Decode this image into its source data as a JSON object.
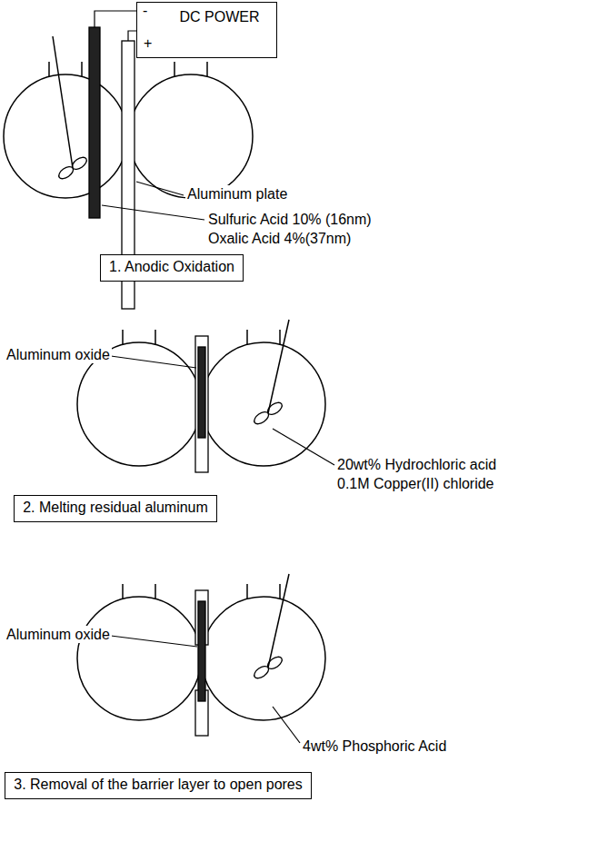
{
  "diagram": {
    "nodes": [
      {
        "text": [
          "DC POWER"
        ]
      },
      {
        "text": [
          "1. Anodic Oxidation"
        ]
      },
      {
        "text": [
          "2. Melting residual aluminum"
        ]
      },
      {
        "text": [
          "3. Removal of the barrier layer to open pores"
        ]
      }
    ],
    "labels": [
      "-",
      "+",
      "Aluminum plate",
      "Sulfuric Acid 10% (16nm)",
      "Oxalic Acid 4%(37nm)",
      "Aluminum oxide",
      "20wt% Hydrochloric acid",
      "0.1M Copper(II) chloride",
      "Aluminum oxide",
      "4wt% Phosphoric Acid"
    ]
  }
}
